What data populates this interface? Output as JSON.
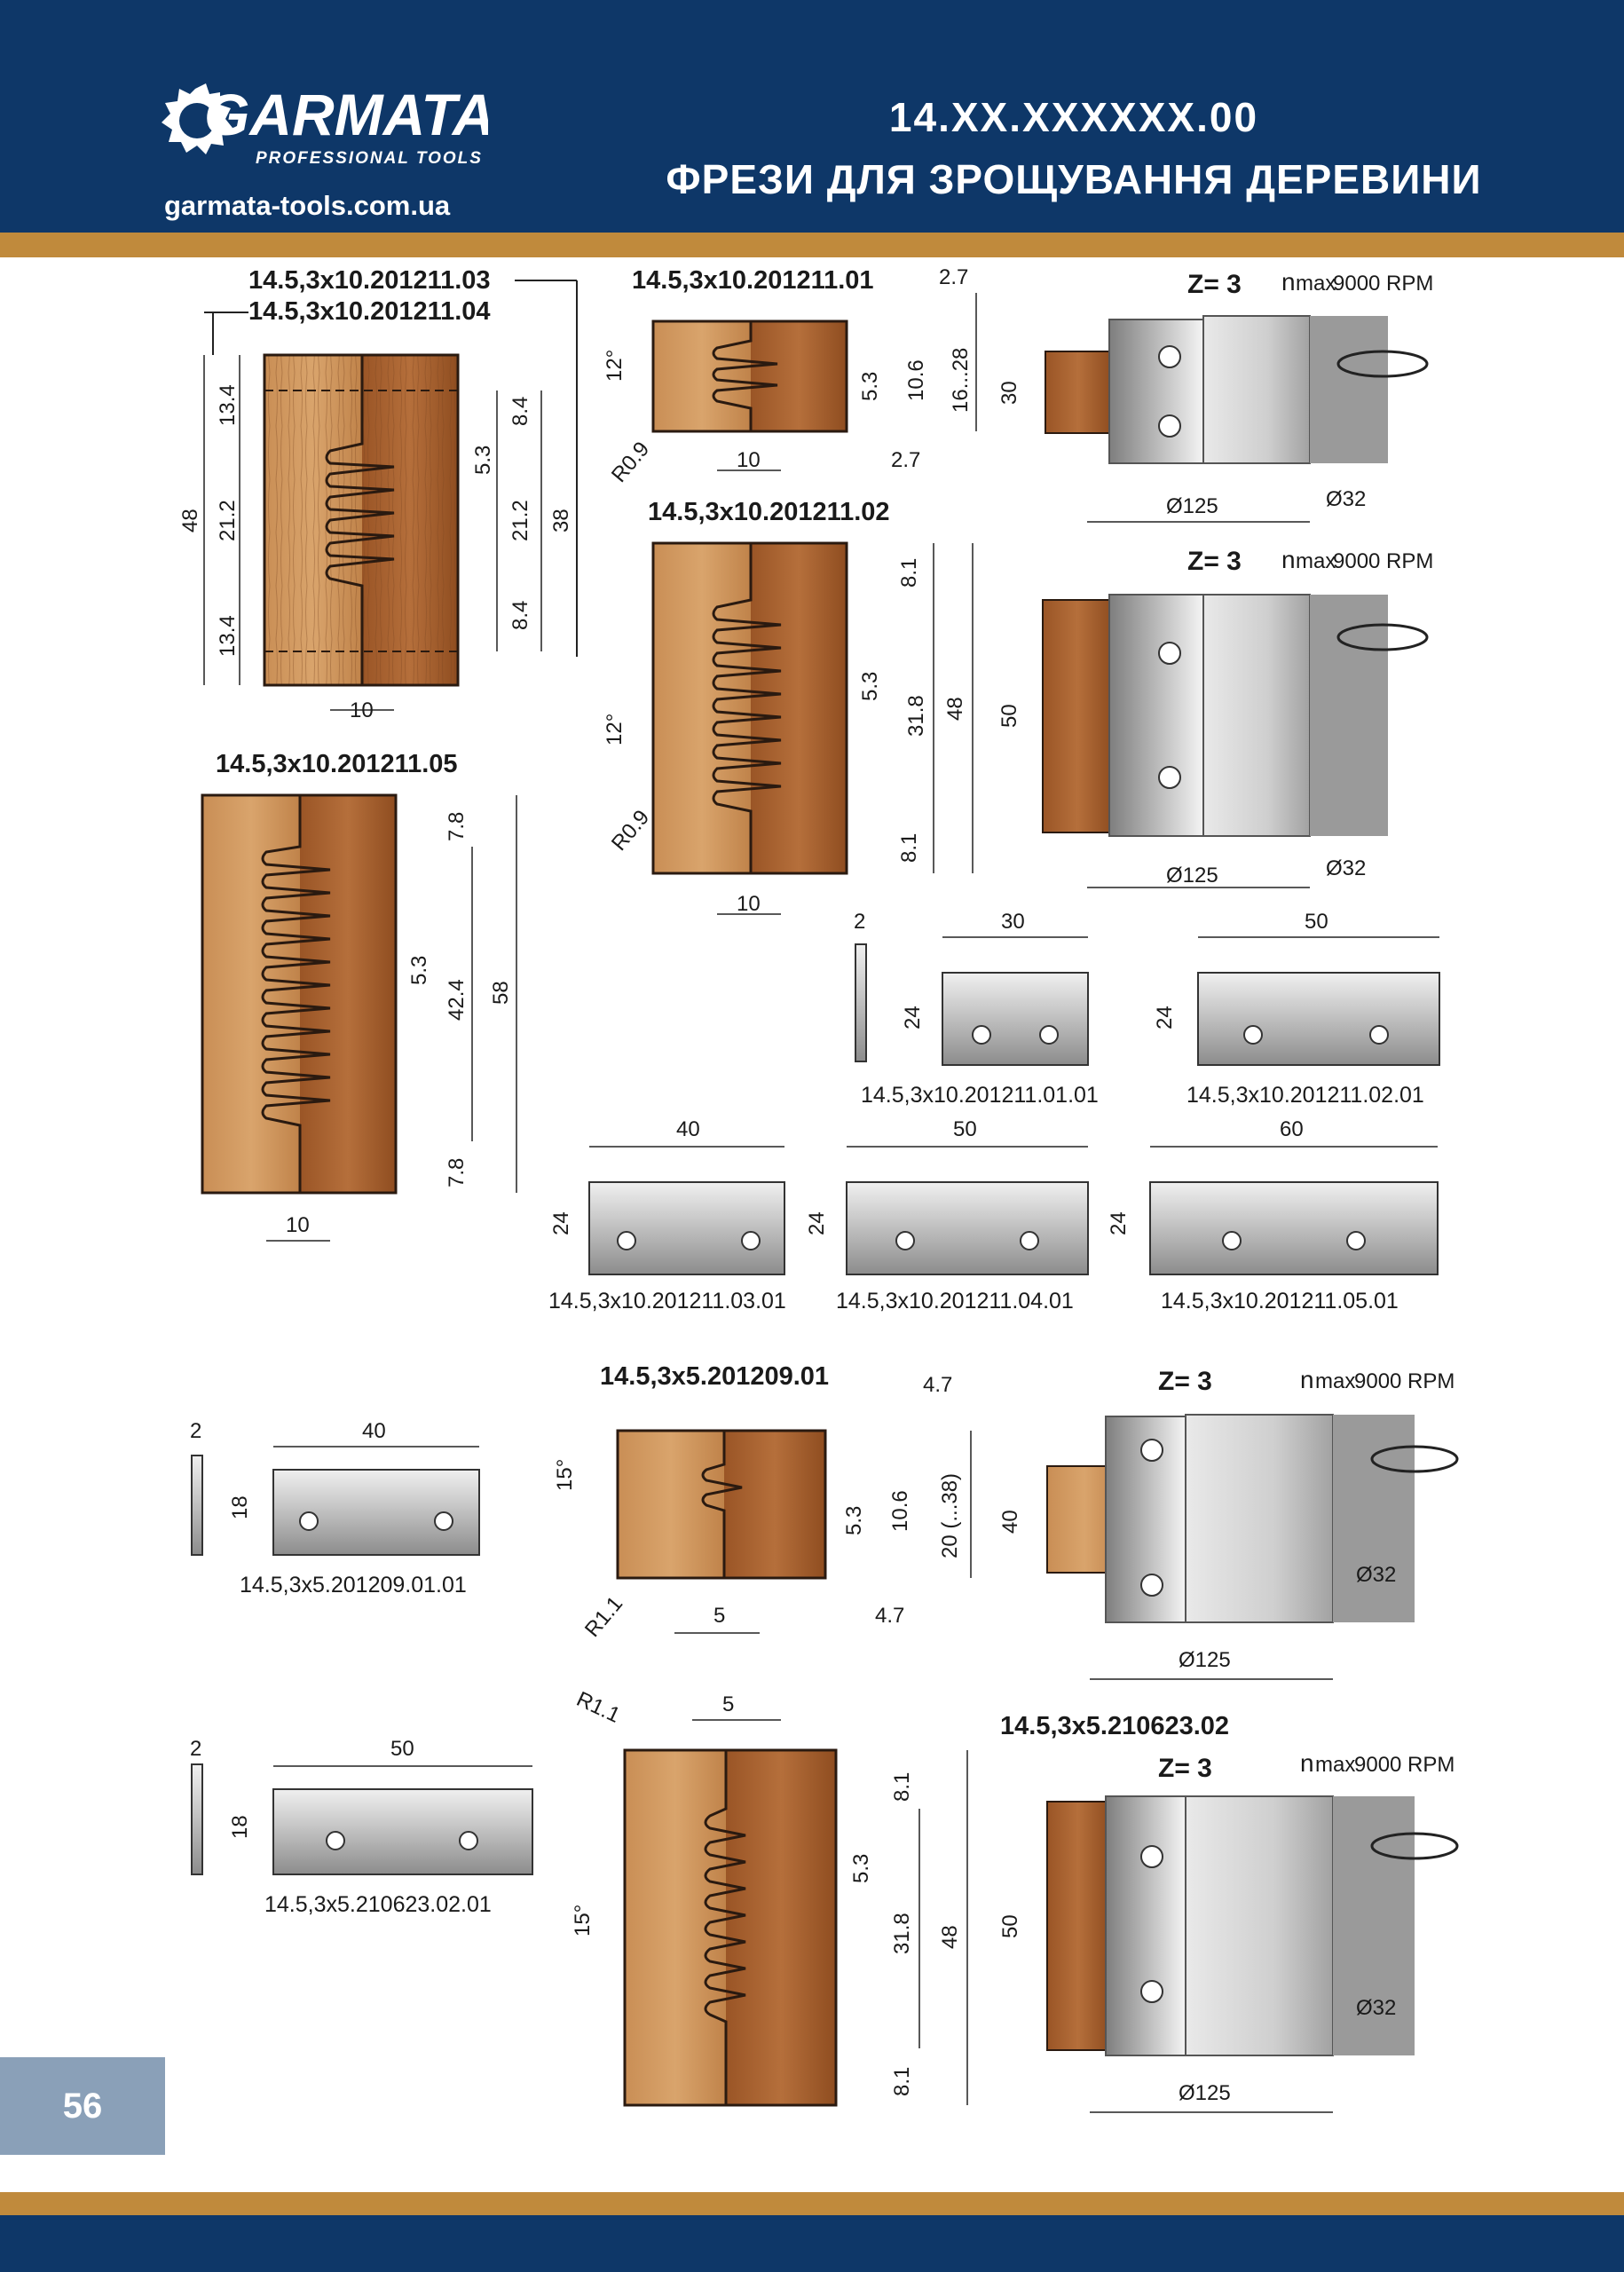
{
  "header": {
    "brand": "GARMATA",
    "tagline": "PROFESSIONAL TOOLS",
    "site": "garmata-tools.com.ua",
    "title_code": "14.XX.XXXXXX.00",
    "title_text": "ФРЕЗИ ДЛЯ ЗРОЩУВАННЯ ДЕРЕВИНИ"
  },
  "page_number": "56",
  "colors": {
    "navy": "#0e3768",
    "gold": "#c08a3c",
    "wood": "#b7743f",
    "steel": "#a8a8a8"
  },
  "drawings": {
    "d1": {
      "label_a": "14.5,3x10.201211.03",
      "label_b": "14.5,3x10.201211.04",
      "dims": [
        "48",
        "13.4",
        "21.2",
        "13.4",
        "8.4",
        "5.3",
        "21.2",
        "8.4",
        "38",
        "10"
      ]
    },
    "d2": {
      "label": "14.5,3x10.201211.01",
      "dims": [
        "2.7",
        "12°",
        "5.3",
        "10.6",
        "16...28",
        "R0.9",
        "10",
        "2.7"
      ]
    },
    "d3": {
      "label": "14.5,3x10.201211.02",
      "dims": [
        "8.1",
        "12°",
        "5.3",
        "31.8",
        "48",
        "R0.9",
        "8.1",
        "10"
      ]
    },
    "d4": {
      "label": "14.5,3x10.201211.05",
      "dims": [
        "7.8",
        "5.3",
        "42.4",
        "58",
        "7.8",
        "10"
      ]
    },
    "c1": {
      "z": "Z= 3",
      "n": "n",
      "max": "max",
      "rpm": "9000 RPM",
      "h": "30",
      "d1": "Ø125",
      "d2": "Ø32"
    },
    "c2": {
      "z": "Z= 3",
      "n": "n",
      "max": "max",
      "rpm": "9000 RPM",
      "h": "50",
      "d1": "Ø125",
      "d2": "Ø32"
    },
    "c3": {
      "z": "Z= 3",
      "n": "n",
      "max": "max",
      "rpm": "9000 RPM",
      "h": "40",
      "d1": "Ø125",
      "d2": "Ø32"
    },
    "c4": {
      "label": "14.5,3x5.210623.02",
      "z": "Z= 3",
      "n": "n",
      "max": "max",
      "rpm": "9000 RPM",
      "h": "50",
      "d1": "Ø125",
      "d2": "Ø32"
    },
    "k1": {
      "label": "14.5,3x10.201211.01.01",
      "thk": "2",
      "w": "30",
      "h": "24"
    },
    "k2": {
      "label": "14.5,3x10.201211.02.01",
      "w": "50",
      "h": "24"
    },
    "k3": {
      "label": "14.5,3x10.201211.03.01",
      "w": "40",
      "h": "24"
    },
    "k4": {
      "label": "14.5,3x10.201211.04.01",
      "w": "50",
      "h": "24"
    },
    "k5": {
      "label": "14.5,3x10.201211.05.01",
      "w": "60",
      "h": "24"
    },
    "d5": {
      "label": "14.5,3x5.201209.01",
      "dims": [
        "4.7",
        "15°",
        "5.3",
        "10.6",
        "20 (...38)",
        "R1.1",
        "5",
        "4.7"
      ]
    },
    "k6": {
      "label": "14.5,3x5.201209.01.01",
      "thk": "2",
      "w": "40",
      "h": "18"
    },
    "d6": {
      "dims": [
        "R1.1",
        "5",
        "8.1",
        "5.3",
        "31.8",
        "48",
        "15°",
        "8.1"
      ]
    },
    "k7": {
      "label": "14.5,3x5.210623.02.01",
      "thk": "2",
      "w": "50",
      "h": "18"
    }
  }
}
